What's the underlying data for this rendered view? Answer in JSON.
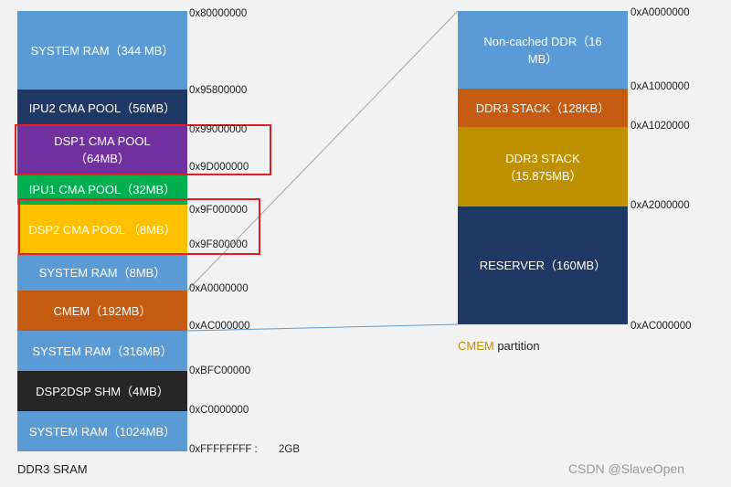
{
  "colors": {
    "system_ram": "#5b9bd5",
    "ipu2": "#1f3864",
    "dsp1": "#7030a0",
    "ipu1": "#00b050",
    "dsp2": "#ffc000",
    "cmem": "#c55a11",
    "dsp2dsp": "#262626",
    "stack_small": "#c55a11",
    "stack_big": "#bf9000",
    "reserver": "#1f3864",
    "highlight": "#e02020",
    "cmem_label": "#bf9000"
  },
  "ddr3": {
    "label": "DDR3 SRAM",
    "blocks": [
      {
        "label": "SYSTEM RAM（344 MB）"
      },
      {
        "label": "IPU2 CMA POOL（56MB）"
      },
      {
        "label": "DSP1 CMA POOL\n（64MB）"
      },
      {
        "label": "IPU1 CMA POOL（32MB）"
      },
      {
        "label": "DSP2 CMA POOL （8MB）"
      },
      {
        "label": "SYSTEM RAM（8MB）"
      },
      {
        "label": "CMEM（192MB）"
      },
      {
        "label": "SYSTEM RAM（316MB）"
      },
      {
        "label": "DSP2DSP SHM（4MB）"
      },
      {
        "label": "SYSTEM RAM（1024MB）"
      }
    ],
    "addresses": [
      "0x80000000",
      "0x95800000",
      "0x99000000",
      "0x9D000000",
      "0x9F000000",
      "0x9F800000",
      "0xA0000000",
      "0xAC000000",
      "0xBFC00000",
      "0xC0000000",
      "0xFFFFFFFF :"
    ],
    "total": "2GB"
  },
  "cmem": {
    "caption_prefix": "CMEM",
    "caption_suffix": " partition",
    "blocks": [
      {
        "label": "Non-cached DDR（16\nMB）"
      },
      {
        "label": "DDR3 STACK（128KB）"
      },
      {
        "label": "DDR3 STACK\n（15.875MB）"
      },
      {
        "label": "RESERVER（160MB）"
      }
    ],
    "addresses": [
      "0xA0000000",
      "0xA1000000",
      "0xA1020000",
      "0xA2000000",
      "0xAC000000"
    ]
  },
  "watermark": "CSDN @SlaveOpen"
}
